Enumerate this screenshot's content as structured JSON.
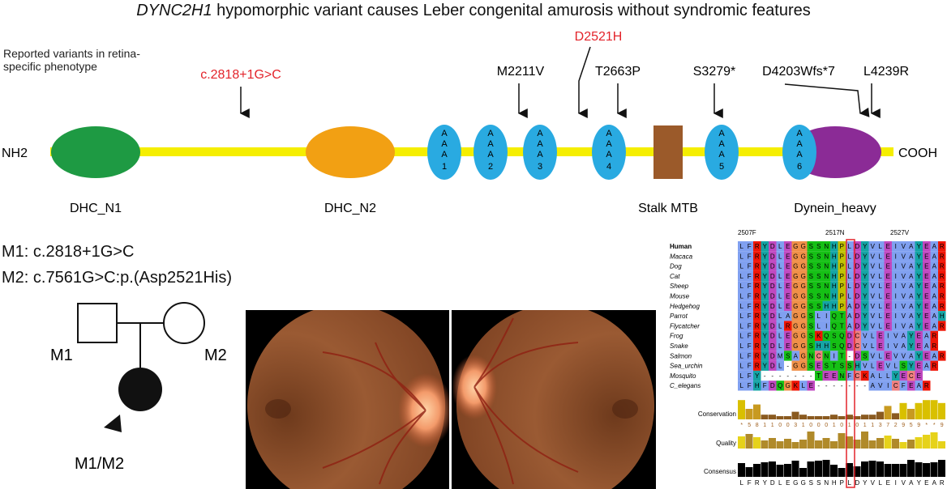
{
  "title": {
    "gene": "DYNC2H1",
    "rest": " hypomorphic variant causes Leber congenital amurosis without syndromic features"
  },
  "reported_label": "Reported variants in retina-specific phenotype",
  "protein": {
    "n_term": "NH2",
    "c_term": "COOH",
    "domains": {
      "dhc_n1": "DHC_N1",
      "dhc_n2": "DHC_N2",
      "stalk": "Stalk MTB",
      "dynein_heavy": "Dynein_heavy"
    },
    "aaa": [
      "1",
      "2",
      "3",
      "4",
      "5",
      "6"
    ],
    "aaa_letters": "A",
    "variants": {
      "v1": "c.2818+1G>C",
      "v2": "D2521H",
      "v3": "M2211V",
      "v4": "T2663P",
      "v5": "S3279*",
      "v6": "D4203Wfs*7",
      "v7": "L4239R"
    },
    "colors": {
      "backbone": "#f5ee00",
      "dhc_n1": "#1e9a43",
      "dhc_n2": "#f2a013",
      "aaa": "#29aae1",
      "stalk": "#9b5a2a",
      "dynein_heavy": "#8b2b96",
      "highlight": "#e3232a"
    }
  },
  "mutations": {
    "m1": "M1: c.2818+1G>C",
    "m2": "M2: c.7561G>C:p.(Asp2521His)"
  },
  "pedigree": {
    "father": "M1",
    "mother": "M2",
    "proband": "M1/M2"
  },
  "alignment": {
    "positions": [
      "2507F",
      "2517N",
      "2527V"
    ],
    "species": [
      "Human",
      "Macaca",
      "Dog",
      "Cat",
      "Sheep",
      "Mouse",
      "Hedgehog",
      "Parrot",
      "Flycatcher",
      "Frog",
      "Snake",
      "Salmon",
      "Sea_urchin",
      "Mosquito",
      "C_elegans"
    ],
    "sequences": [
      "LFRYDLEGGSSNHPLDYVLEIVAYEAR",
      "LFRYDLEGGSSNHPLDYVLEIVAYEAR",
      "LFRYDLEGGSSNHPLDYVLEIVAYEAR",
      "LFRYDLEGGSSNHPLDYVLEIVAYEAR",
      "LFRYDLEGGSSNHPLDYVLEIVAYEAR",
      "LFRYDLEGGSSNHPLDYVLEIVAYEAR",
      "LFRYDLEGGSSHHPADYVLEIVAYEAR",
      "LFRYDLAGGSLIQTADYVLEIVAYEAH",
      "LFRYDLRGGSLIQTADYVLEIVAYEAR",
      "LFRYDLEGGSKQSQDCVLEIVAYEAR",
      "LFRYDLEGGSHHSQDCVLEIVAYEAR",
      "LFRYDMSAGNCNIT-DSVLEVVAYEAR",
      "LFRYDL-GGSESTSSHVLEVLSYEAR",
      "LFY-------TEENFCKALLYECE",
      "LFHFDQGKLE-------AVICFEAR"
    ],
    "conservation_label": "Conservation",
    "conservation_digits": "*58110031000101011372959**94",
    "quality_label": "Quality",
    "consensus_label": "Consensus",
    "consensus_seq": "LFRYDLEGGSSNHPLDYVLEIVAYEAR"
  }
}
